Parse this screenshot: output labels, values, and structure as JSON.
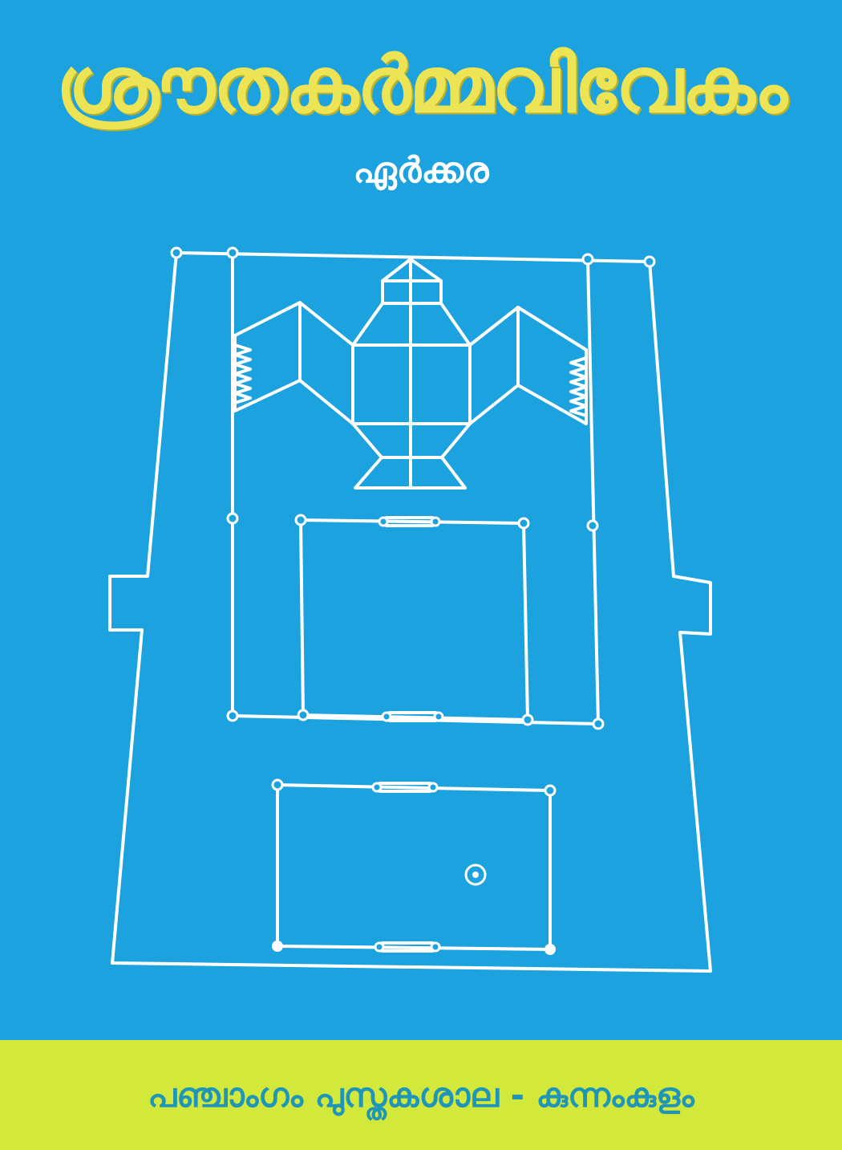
{
  "cover": {
    "title": "ശ്രൗതകർമ്മവിവേകം",
    "author": "ഏർക്കര",
    "publisher": "പഞ്ചാംഗം പുസ്തകശാല - കുന്നംകുളം"
  },
  "colors": {
    "background": "#1ca2df",
    "title_text": "#ece455",
    "author_text": "#ffffff",
    "diagram_lines": "#ffffff",
    "bottom_band": "#d2e83a",
    "publisher_text": "#1f95b8"
  },
  "illustration": {
    "subject": "ritual altar ground plan with bird-shaped fire altar (shyena chiti)"
  }
}
